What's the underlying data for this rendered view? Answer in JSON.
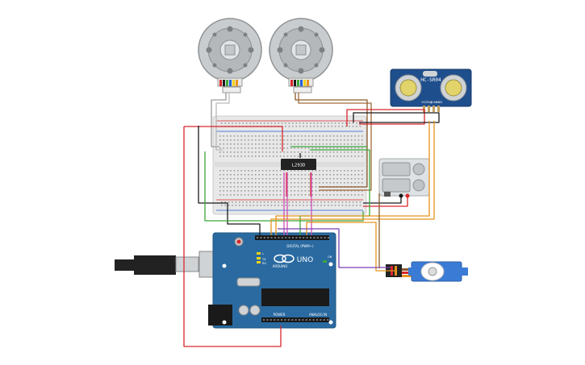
{
  "components": {
    "ultrasonic": {
      "model": "HC-SR04",
      "pins": [
        "VCC",
        "Trig",
        "Echo",
        "GND"
      ]
    },
    "driver_ic": {
      "label": "L293D"
    },
    "arduino": {
      "brand": "ARDUINO",
      "model": "UNO",
      "digital_label": "DIGITAL (PWM~)",
      "power_label": "POWER",
      "analog_label": "ANALOG IN",
      "tx_label": "TX",
      "rx_label": "RX",
      "l_label": "L",
      "on_label": "ON"
    }
  },
  "colors": {
    "red": "#d9262b",
    "black": "#1a1a1a",
    "green": "#3aa83a",
    "brown": "#8a5a2b",
    "orange": "#e8931d",
    "purple": "#7b3fb3",
    "magenta": "#d14fb5",
    "grey": "#9a9a9a",
    "arduino_blue": "#2a6aa1",
    "sensor_blue": "#1f4e8c"
  }
}
